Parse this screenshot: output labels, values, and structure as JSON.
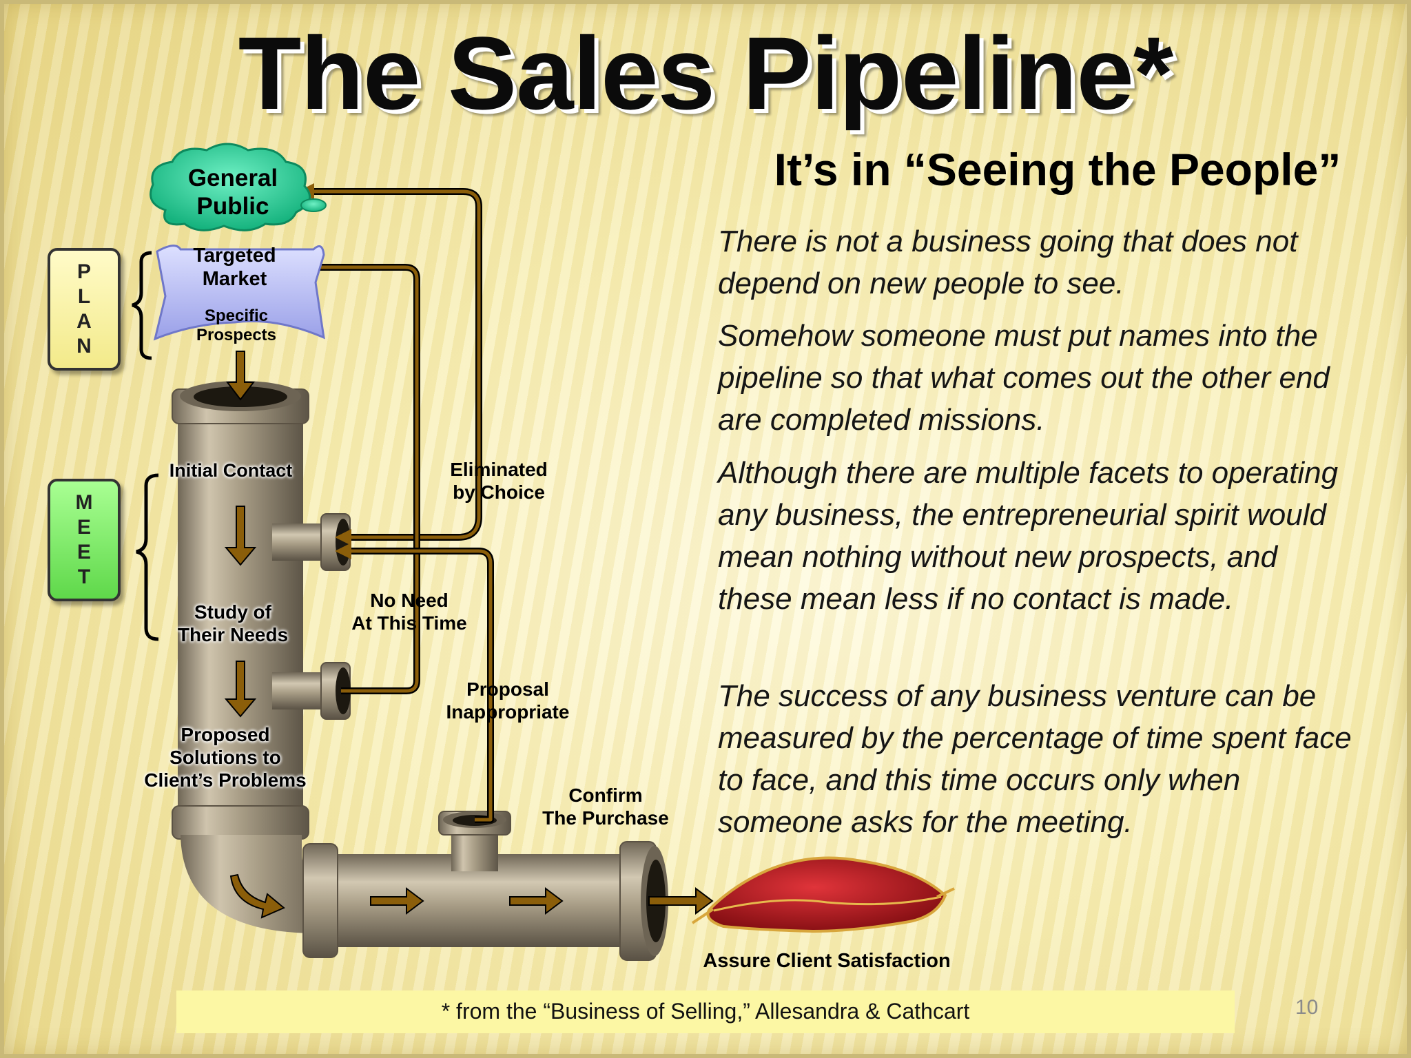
{
  "title": "The Sales Pipeline*",
  "subtitle": "It’s in “Seeing the People”",
  "paragraphs": [
    "There is not a business going that does not depend on new people to see.",
    "Somehow someone must put names into the pipeline so that what comes out the other end are completed missions.",
    "Although there are multiple facets to operating any business, the entrepreneurial spirit would mean nothing without new prospects, and these mean less if no contact is made.",
    "The success of any business venture can be measured by the percentage of time spent face to face, and this time occurs only when someone asks for the meeting."
  ],
  "diagram": {
    "plan_letters": [
      "P",
      "L",
      "A",
      "N"
    ],
    "meet_letters": [
      "M",
      "E",
      "E",
      "T"
    ],
    "general_public": [
      "General",
      "Public"
    ],
    "targeted_market": [
      "Targeted",
      "Market"
    ],
    "specific_prospects": [
      "Specific",
      "Prospects"
    ],
    "initial_contact": "Initial Contact",
    "eliminated_by_choice": [
      "Eliminated",
      "by Choice"
    ],
    "no_need": [
      "No Need",
      "At This Time"
    ],
    "study_needs": [
      "Study of",
      "Their Needs"
    ],
    "proposal_inappropriate": [
      "Proposal",
      "Inappropriate"
    ],
    "proposed_solutions": [
      "Proposed",
      "Solutions to",
      "Client’s Problems"
    ],
    "confirm_purchase": [
      "Confirm",
      "The Purchase"
    ],
    "assure_satisfaction": "Assure Client Satisfaction",
    "colors": {
      "plan_box": "#fdf7a6",
      "meet_box": "#8ef07a",
      "cloud": "#33d6a0",
      "banner": "#c9cdf7",
      "arrow": "#8b5e0a",
      "pipe": "#a69a82",
      "cushion": "#b8141a"
    }
  },
  "footnote": "* from the “Business of Selling,” Allesandra & Cathcart",
  "page_number": "10"
}
